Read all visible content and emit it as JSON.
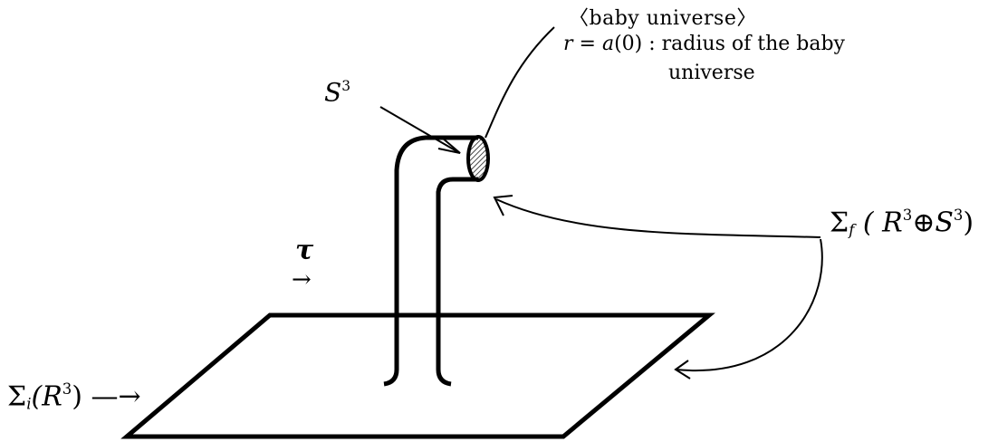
{
  "labels": {
    "baby_universe_title": "〈baby universe〉",
    "radius_lhs": "r",
    "radius_eq": " = ",
    "radius_fn": "a",
    "radius_arg": "(0)",
    "radius_text": " : radius of the baby",
    "radius_text2": "universe",
    "s3_base": "S",
    "s3_sup": "3",
    "tau": "τ",
    "tau_arrow": "→",
    "sigma_f_symbol": "Σ",
    "sigma_f_sub": "f",
    "sigma_f_open": " ( R",
    "sigma_f_sup1": "3",
    "sigma_f_op": "⊕",
    "sigma_f_s": "S",
    "sigma_f_sup2": "3",
    "sigma_f_close": ")",
    "sigma_i_symbol": "Σ",
    "sigma_i_sub": "i",
    "sigma_i_open": "(R",
    "sigma_i_sup": "3",
    "sigma_i_close": ") —→"
  },
  "colors": {
    "ink": "#000000",
    "background": "#ffffff"
  }
}
